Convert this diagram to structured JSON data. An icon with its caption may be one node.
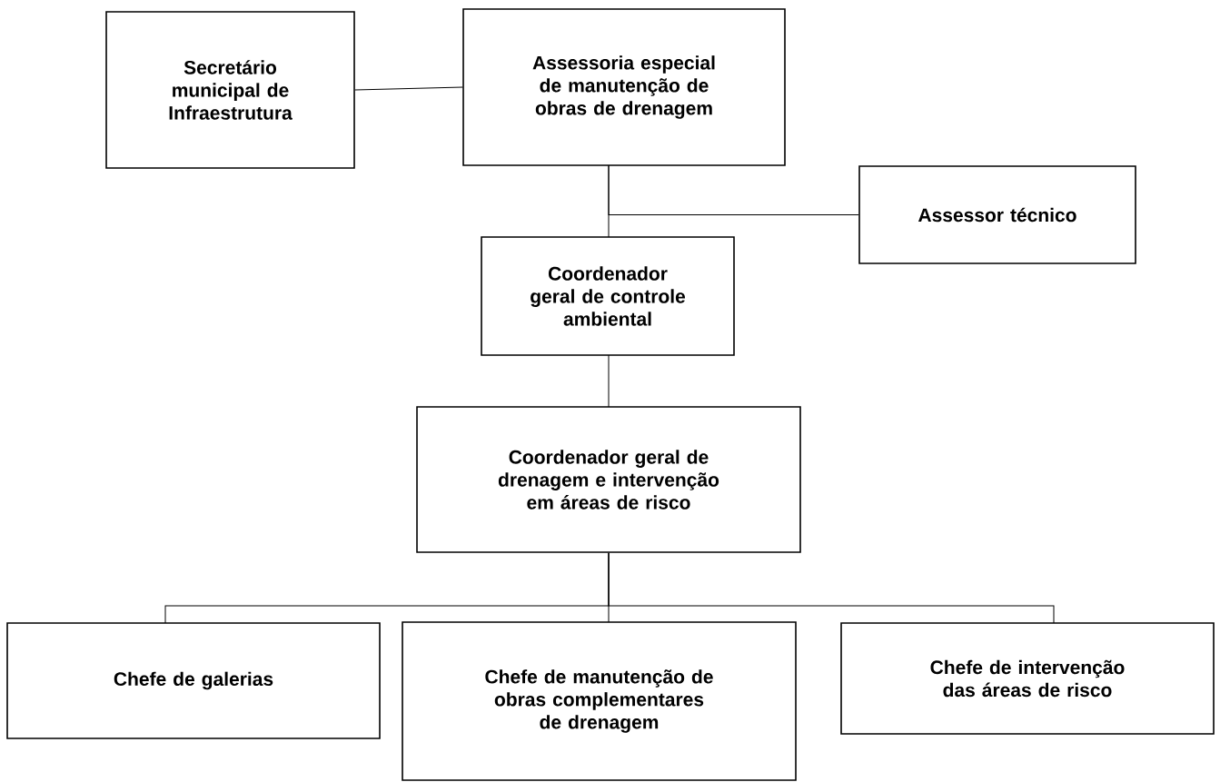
{
  "diagram": {
    "nodes": [
      {
        "text": [
          "Secretário municipal de Infraestrutura"
        ]
      },
      {
        "text": [
          "Assessoria especial de manutenção de obras de drenagem"
        ]
      },
      {
        "text": [
          "Assessor técnico"
        ]
      },
      {
        "text": [
          "Coordenador geral de controle ambiental"
        ]
      },
      {
        "text": [
          "Coordenador geral de drenagem e intervenção em áreas de risco"
        ]
      },
      {
        "text": [
          "Chefe de galerias"
        ]
      },
      {
        "text": [
          "Chefe de manutenção de obras complementares de drenagem"
        ]
      },
      {
        "text": [
          "Chefe de intervenção das áreas de risco"
        ]
      }
    ],
    "edges": [
      {
        "from": 0,
        "to": 1,
        "arrow": "none"
      },
      {
        "from": 1,
        "to": 2,
        "arrow": "none"
      },
      {
        "from": 1,
        "to": 3,
        "arrow": "none"
      },
      {
        "from": 3,
        "to": 4,
        "arrow": "none"
      },
      {
        "from": 4,
        "to": 5,
        "arrow": "none"
      },
      {
        "from": 4,
        "to": 6,
        "arrow": "none"
      },
      {
        "from": 4,
        "to": 7,
        "arrow": "none"
      }
    ]
  }
}
